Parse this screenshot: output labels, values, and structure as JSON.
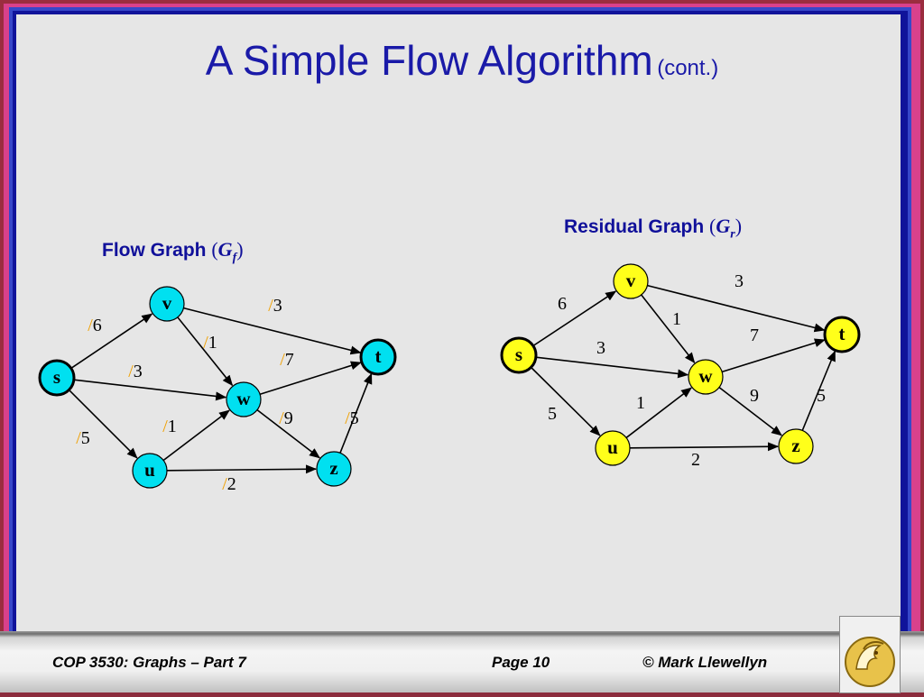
{
  "slide": {
    "title_main": "A Simple Flow Algorithm",
    "title_sub": "(cont.)",
    "flow_graph_label": "Flow Graph",
    "flow_graph_symbol": "G",
    "flow_graph_sub": "f",
    "residual_graph_label": "Residual Graph",
    "residual_graph_symbol": "G",
    "residual_graph_sub": "r"
  },
  "flow_graph": {
    "node_color": "#00e0f0",
    "nodes": [
      {
        "id": "s",
        "label": "s"
      },
      {
        "id": "v",
        "label": "v"
      },
      {
        "id": "t",
        "label": "t"
      },
      {
        "id": "w",
        "label": "w"
      },
      {
        "id": "u",
        "label": "u"
      },
      {
        "id": "z",
        "label": "z"
      }
    ],
    "edges": [
      {
        "from": "s",
        "to": "v",
        "flow_prefix": "/",
        "capacity": "6"
      },
      {
        "from": "v",
        "to": "t",
        "flow_prefix": "/",
        "capacity": "3"
      },
      {
        "from": "v",
        "to": "w",
        "flow_prefix": "/",
        "capacity": "1"
      },
      {
        "from": "s",
        "to": "w",
        "flow_prefix": "/",
        "capacity": "3"
      },
      {
        "from": "w",
        "to": "t",
        "flow_prefix": "/",
        "capacity": "7"
      },
      {
        "from": "s",
        "to": "u",
        "flow_prefix": "/",
        "capacity": "5"
      },
      {
        "from": "u",
        "to": "w",
        "flow_prefix": "/",
        "capacity": "1"
      },
      {
        "from": "w",
        "to": "z",
        "flow_prefix": "/",
        "capacity": "9"
      },
      {
        "from": "z",
        "to": "t",
        "flow_prefix": "/",
        "capacity": "5"
      },
      {
        "from": "u",
        "to": "z",
        "flow_prefix": "/",
        "capacity": "2"
      }
    ]
  },
  "residual_graph": {
    "node_color": "#ffff1a",
    "nodes": [
      {
        "id": "s",
        "label": "s"
      },
      {
        "id": "v",
        "label": "v"
      },
      {
        "id": "t",
        "label": "t"
      },
      {
        "id": "w",
        "label": "w"
      },
      {
        "id": "u",
        "label": "u"
      },
      {
        "id": "z",
        "label": "z"
      }
    ],
    "edges": [
      {
        "from": "s",
        "to": "v",
        "capacity": "6"
      },
      {
        "from": "v",
        "to": "t",
        "capacity": "3"
      },
      {
        "from": "v",
        "to": "w",
        "capacity": "1"
      },
      {
        "from": "s",
        "to": "w",
        "capacity": "3"
      },
      {
        "from": "w",
        "to": "t",
        "capacity": "7"
      },
      {
        "from": "s",
        "to": "u",
        "capacity": "5"
      },
      {
        "from": "u",
        "to": "w",
        "capacity": "1"
      },
      {
        "from": "w",
        "to": "z",
        "capacity": "9"
      },
      {
        "from": "z",
        "to": "t",
        "capacity": "5"
      },
      {
        "from": "u",
        "to": "z",
        "capacity": "2"
      }
    ]
  },
  "colors": {
    "title": "#1a1aa8",
    "flow_slash": "#f0a000",
    "edge": "#000000"
  },
  "footer": {
    "course": "COP 3530: Graphs – Part 7",
    "page": "Page 10",
    "author": "© Mark Llewellyn"
  }
}
